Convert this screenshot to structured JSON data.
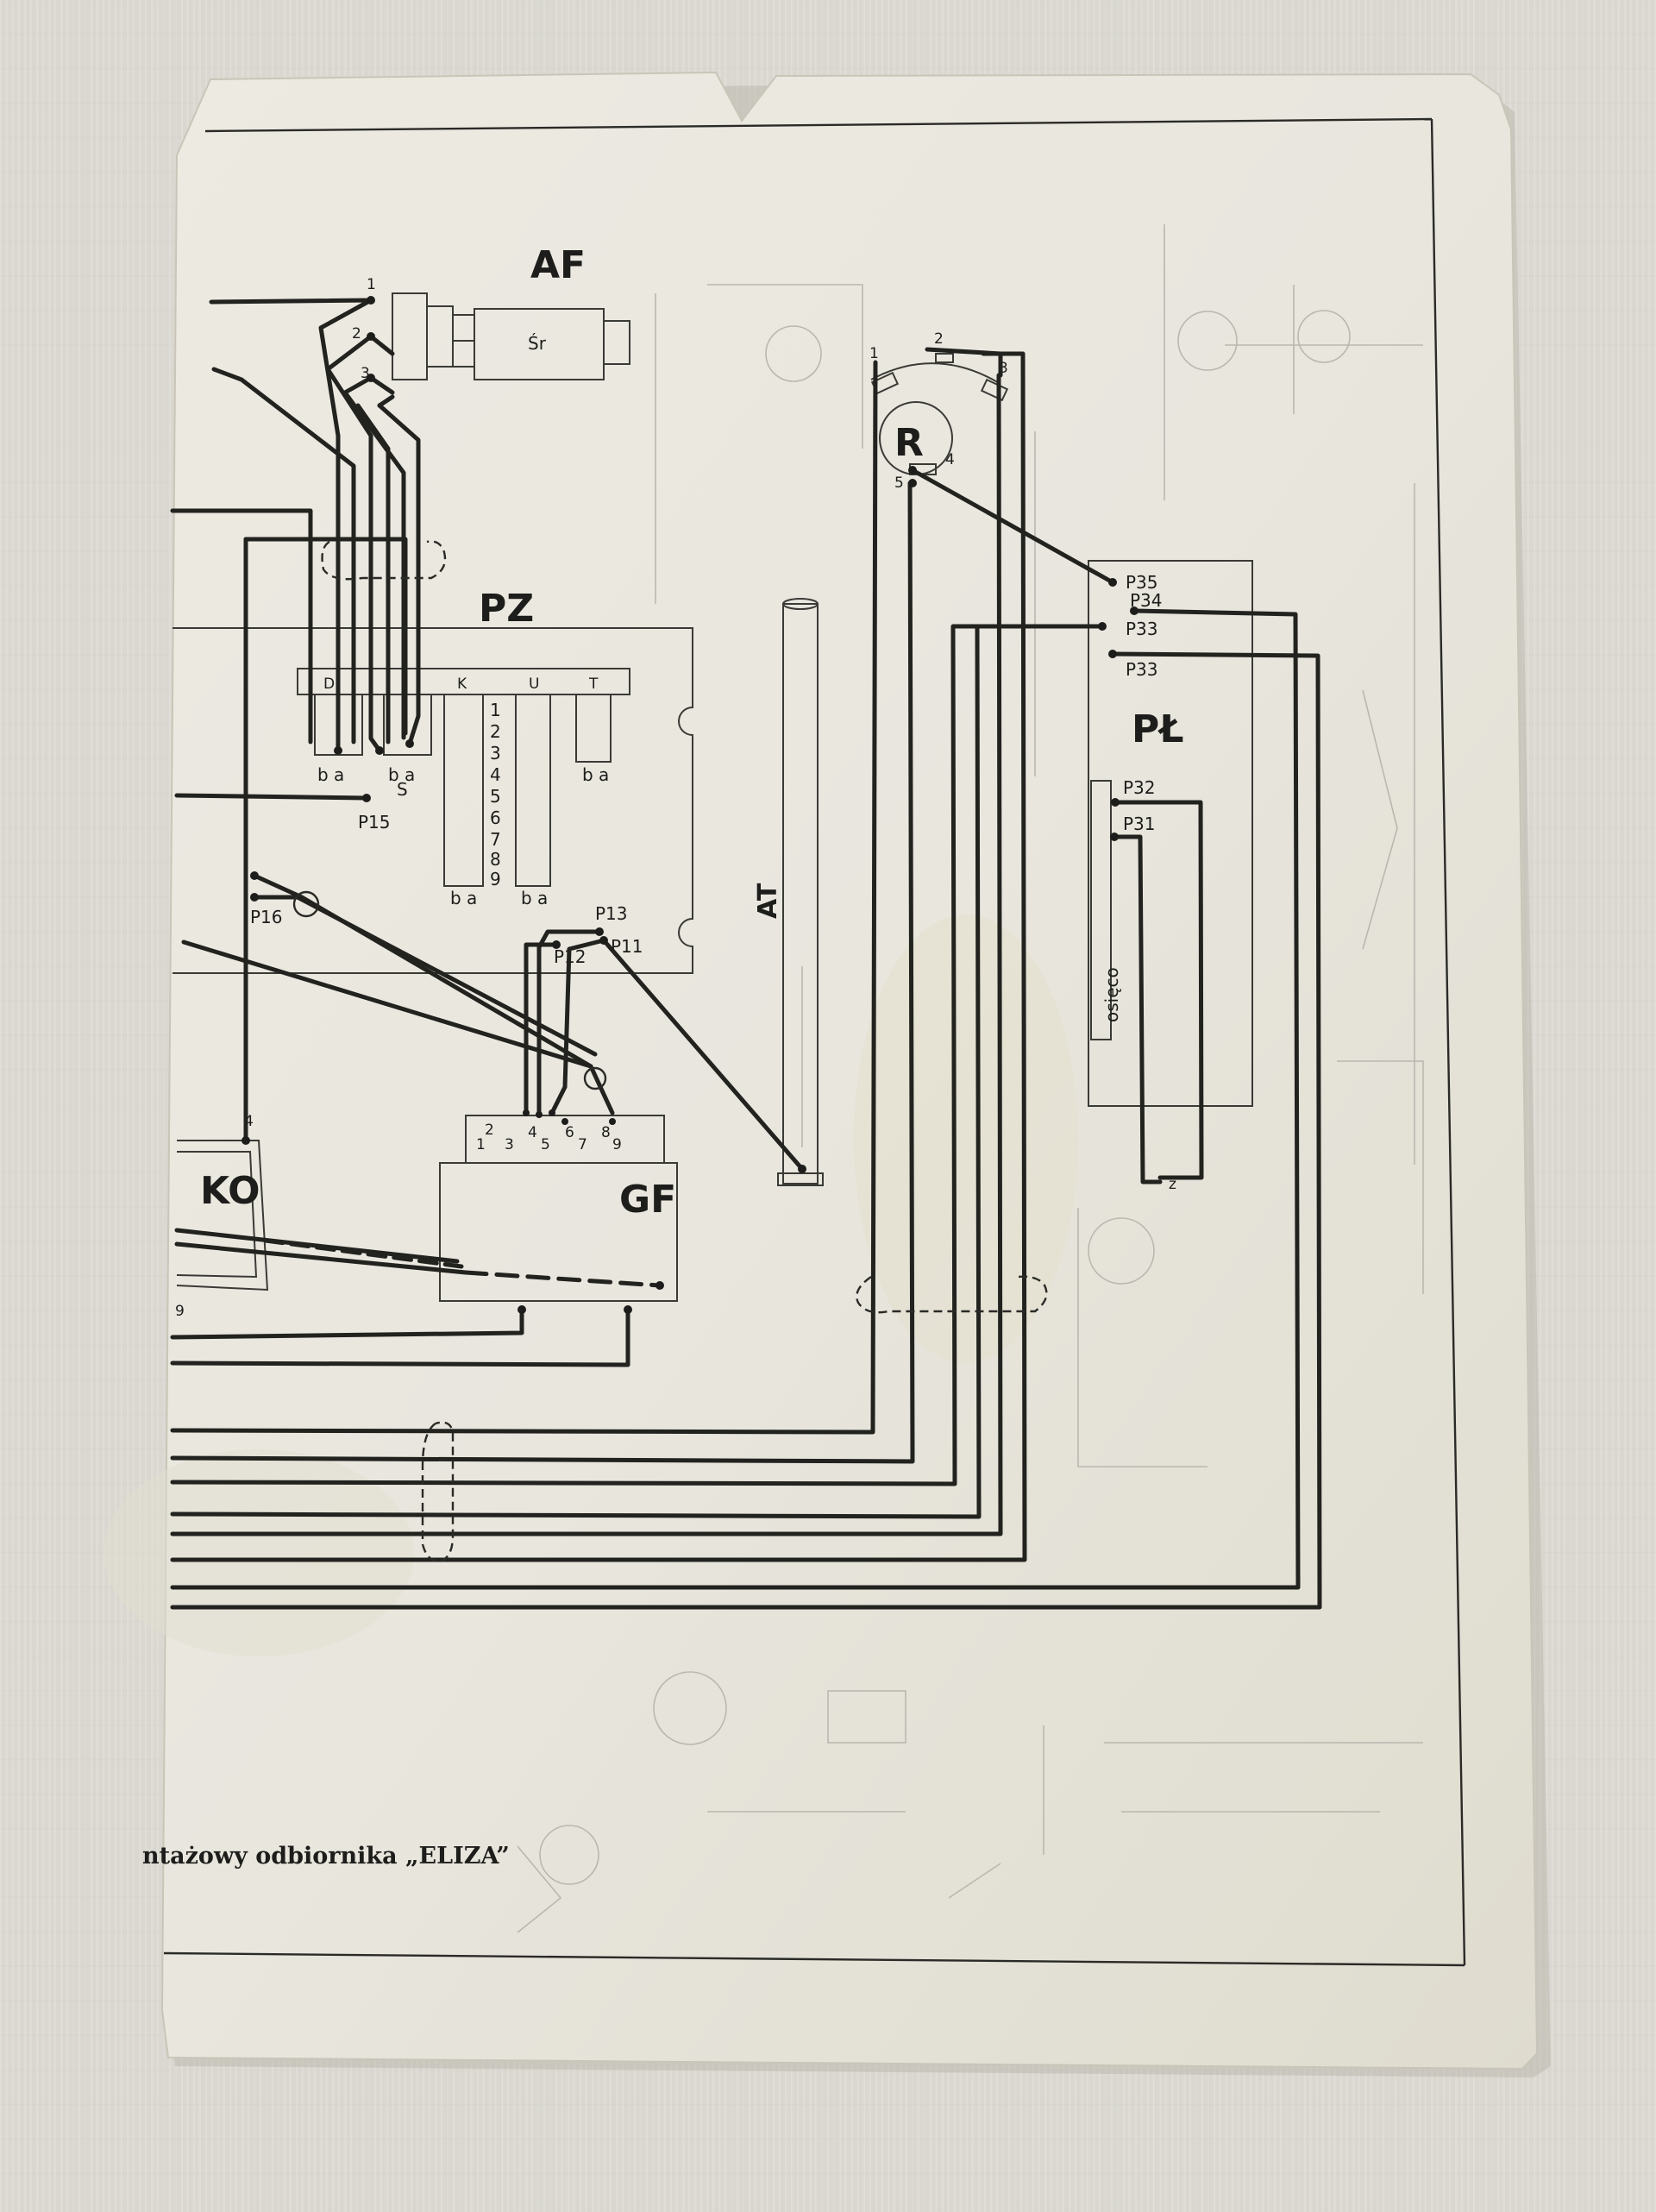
{
  "caption": "ntażowy odbiornika „ELIZA”",
  "components": {
    "AF": "AF",
    "AF_inner": "Śr",
    "PZ": "PZ",
    "AT": "AT",
    "KO": "KO",
    "GF": "GF",
    "R": "R",
    "PL": "PŁ",
    "osieco": "osięco"
  },
  "pz_sections": [
    "D",
    "K",
    "U",
    "T"
  ],
  "pz_ba": [
    "b a",
    "b a",
    "b a",
    "b a",
    "b a"
  ],
  "pz_s": "S",
  "pz_numbers": [
    "1",
    "2",
    "3",
    "4",
    "5",
    "6",
    "7",
    "8",
    "9"
  ],
  "pins": {
    "af": [
      "1",
      "2",
      "3"
    ],
    "r": [
      "1",
      "2",
      "3",
      "4",
      "5"
    ],
    "gf": [
      "1",
      "2",
      "3",
      "4",
      "5",
      "6",
      "7",
      "8",
      "9"
    ],
    "ko": [
      "4",
      "9"
    ],
    "pl_z": "z"
  },
  "points": {
    "p15": "P15",
    "p16": "P16",
    "p13": "P13",
    "p12": "P12",
    "p11": "P11",
    "p35": "P35",
    "p34": "P34",
    "p33a": "P33",
    "p33b": "P33",
    "p32": "P32",
    "p31": "P31"
  }
}
